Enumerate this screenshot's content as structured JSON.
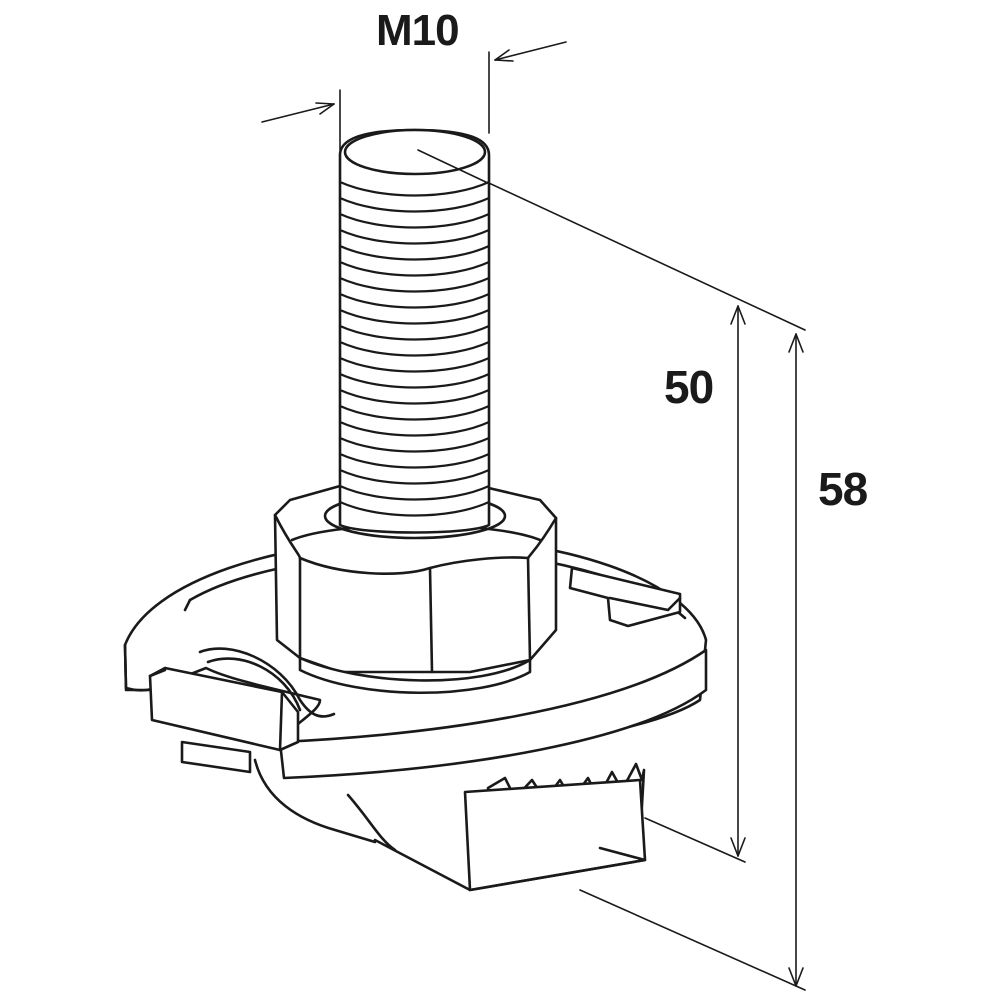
{
  "diagram": {
    "dimensions": {
      "thread": "M10",
      "bolt_length": "50",
      "overall_height": "58"
    },
    "colors": {
      "line": "#1a1a1a",
      "fill": "#ffffff"
    }
  }
}
